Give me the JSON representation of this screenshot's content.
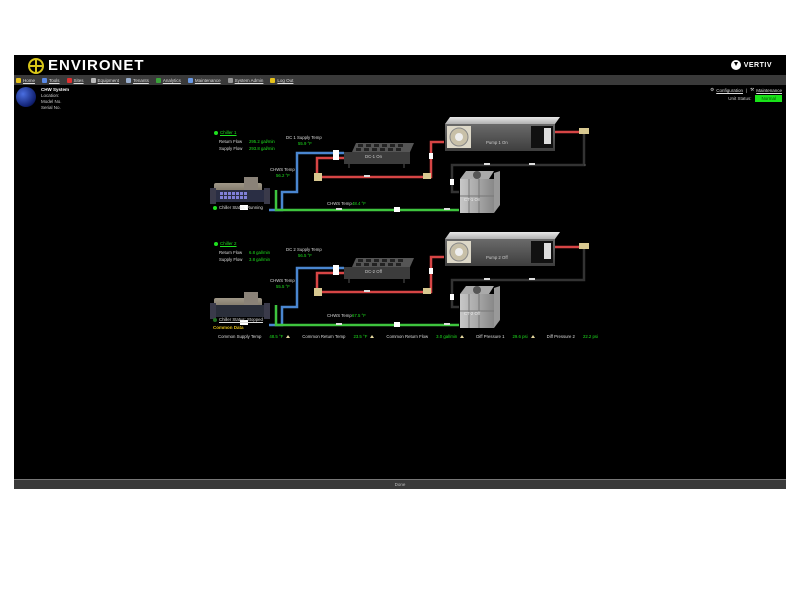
{
  "app": {
    "title": "ENVIRONET",
    "brand": "VERTIV"
  },
  "nav": {
    "items": [
      {
        "label": "Home",
        "icon": "home-icon",
        "color": "#e6c21a"
      },
      {
        "label": "Tools",
        "icon": "tools-icon",
        "color": "#5a8ae6"
      },
      {
        "label": "Sites",
        "icon": "sites-icon",
        "color": "#e03030"
      },
      {
        "label": "Equipment",
        "icon": "equipment-icon",
        "color": "#bbbbbb"
      },
      {
        "label": "Tenants",
        "icon": "tenants-icon",
        "color": "#9ab0d0"
      },
      {
        "label": "Analytics",
        "icon": "analytics-icon",
        "color": "#3aa33a"
      },
      {
        "label": "Maintenance",
        "icon": "maintenance-icon",
        "color": "#6a9ae6"
      },
      {
        "label": "System Admin",
        "icon": "system-admin-icon",
        "color": "#999999"
      },
      {
        "label": "Log Out",
        "icon": "logout-icon",
        "color": "#e6c21a"
      }
    ]
  },
  "system": {
    "name": "CHW System",
    "location_label": "Location:",
    "model_label": "Model No.",
    "serial_label": "Serial No."
  },
  "links": {
    "configuration": "Configuration",
    "separator": "|",
    "maintenance": "Maintenance"
  },
  "unit_status": {
    "label": "Unit Status:",
    "value": "Normal",
    "color": "#19e219"
  },
  "chillers": [
    {
      "name": "Chiller 1",
      "return_flow_label": "Return Flow",
      "return_flow": "295.2 gal/min",
      "supply_flow_label": "Supply Flow",
      "supply_flow": "293.8 gal/min",
      "dc_supply_temp_label": "DC 1 Supply Temp",
      "dc_supply_temp": "55.9 °F",
      "chws_temp_label": "CHWS Temp",
      "chws_temp": "56.2 °F",
      "chwr_temp_label": "CHWS Temp",
      "chwr_temp": "48.4 °F",
      "status": "Chiller Status: Running",
      "dc_label": "DC-1 On",
      "pump_label": "Pump 1 On",
      "ct_label": "CT-1 On"
    },
    {
      "name": "Chiller 2",
      "return_flow_label": "Return Flow",
      "return_flow": "6.8 gal/min",
      "supply_flow_label": "Supply Flow",
      "supply_flow": "3.8 gal/min",
      "dc_supply_temp_label": "DC 2 Supply Temp",
      "dc_supply_temp": "56.5 °F",
      "chws_temp_label": "CHWS Temp",
      "chws_temp": "55.5 °F",
      "chwr_temp_label": "CHWS Temp",
      "chwr_temp": "67.5 °F",
      "status": "Chiller Status: Stopped",
      "dc_label": "DC-2 Off",
      "pump_label": "Pump 2 Off",
      "ct_label": "CT-2 Off"
    }
  ],
  "common": {
    "title": "Common Data",
    "items": [
      {
        "label": "Common Supply Temp",
        "value": "48.5 °F"
      },
      {
        "label": "Common Return Temp",
        "value": "23.5 °F"
      },
      {
        "label": "Common Return Flow",
        "value": "3.0 gal/min"
      },
      {
        "label": "Diff Pressure 1",
        "value": "29.6 psi"
      },
      {
        "label": "Diff Pressure 2",
        "value": "22.2 psi"
      }
    ]
  },
  "footer": {
    "status": "Done"
  }
}
